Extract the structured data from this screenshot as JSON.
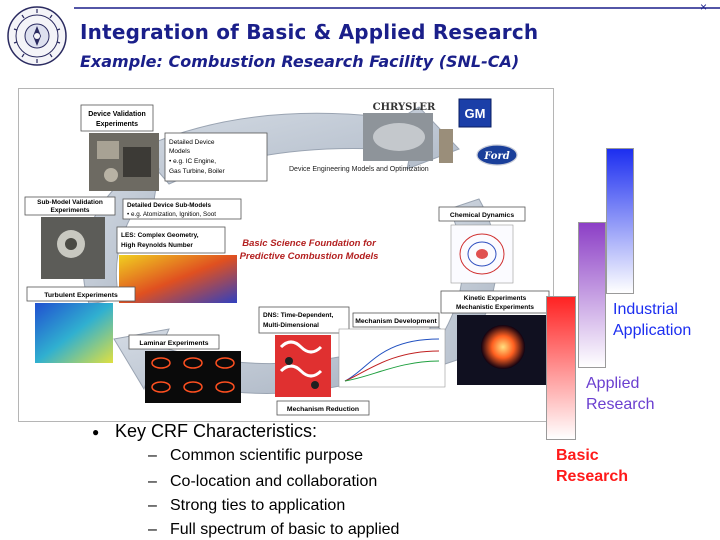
{
  "header": {
    "title": "Integration of Basic & Applied Research",
    "subtitle": "Example:  Combustion Research Facility (SNL-CA)",
    "close_glyph": "×",
    "seal_icon": "doe-seal-icon"
  },
  "colors": {
    "title": "#1a1f8a",
    "industrial": "#1c2ef0",
    "applied": "#6b3fd0",
    "basic": "#ff1a1a"
  },
  "diagram": {
    "brands": [
      "CHRYSLER",
      "GM",
      "Ford"
    ],
    "center": [
      "Basic Science Foundation for",
      "Predictive Combustion Models"
    ],
    "device_validation": [
      "Device Validation",
      "Experiments"
    ],
    "detailed_device": [
      "Detailed Device",
      "Models",
      "• e.g. IC Engine,",
      "Gas Turbine, Boiler"
    ],
    "device_engineering": "Device Engineering Models and Optimization",
    "submodel_validation": [
      "Sub-Model Validation",
      "Experiments"
    ],
    "detailed_submodels": [
      "Detailed Device Sub-Models",
      "• e.g. Atomization, Ignition, Soot"
    ],
    "les": [
      "LES: Complex Geometry,",
      "High Reynolds Number"
    ],
    "chemical_dynamics": "Chemical Dynamics",
    "turbulent": "Turbulent Experiments",
    "kinetic": [
      "Kinetic Experiments",
      "Mechanistic Experiments"
    ],
    "dns": [
      "DNS: Time-Dependent,",
      "Multi-Dimensional"
    ],
    "mechanism_development": "Mechanism Development",
    "laminar": "Laminar Experiments",
    "mechanism_reduction": "Mechanism Reduction"
  },
  "spectrum": {
    "industrial": [
      "Industrial",
      "Application"
    ],
    "applied": [
      "Applied",
      "Research"
    ],
    "basic": [
      "Basic",
      "Research"
    ]
  },
  "bullets": {
    "heading": "Key CRF Characteristics:",
    "dash": "–",
    "items": [
      "Common scientific purpose",
      "Co-location and collaboration",
      "Strong ties to application",
      "Full spectrum of basic to applied"
    ]
  }
}
